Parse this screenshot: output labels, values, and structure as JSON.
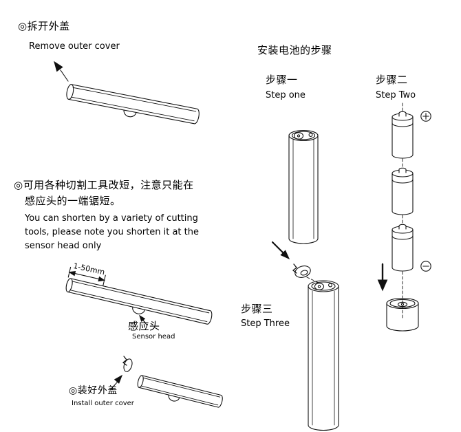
{
  "remove_cover": {
    "zh": "◎拆开外盖",
    "en": "Remove outer cover"
  },
  "shorten": {
    "zh_line1": "◎可用各种切割工具改短，注意只能在",
    "zh_line2": "感应头的一端锯短。",
    "en": "You can shorten by a variety of cutting\ntools, please note you shorten it at the\nsensor head only",
    "dimension_label": "1-50mm",
    "sensor_head_zh": "感应头",
    "sensor_head_en": "Sensor head"
  },
  "install_cover": {
    "zh": "◎装好外盖",
    "en": "Install outer cover"
  },
  "battery_steps": {
    "title": "安装电池的步骤",
    "step_one_zh": "步骤一",
    "step_one_en": "Step one",
    "step_two_zh": "步骤二",
    "step_two_en": "Step Two",
    "step_three_zh": "步骤三",
    "step_three_en": "Step Three"
  },
  "icons": {
    "positive_terminal": "plus-circle",
    "negative_terminal": "minus-circle",
    "pointer_arrows": "solid-black-arrow"
  },
  "colors": {
    "ink": "#111111",
    "background": "#ffffff"
  }
}
